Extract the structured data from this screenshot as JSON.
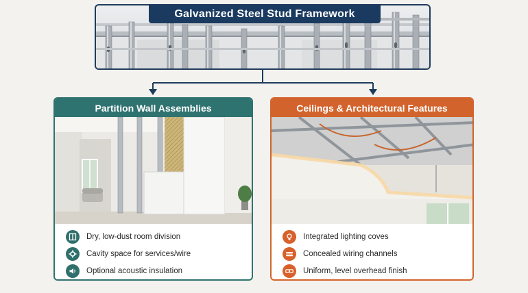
{
  "title": "Galvanized Steel Stud Framework",
  "branches": [
    {
      "header": "Partition Wall Assemblies",
      "accent": "#2f7370",
      "features": [
        {
          "icon": "door-panel-icon",
          "text": "Dry, low-dust room division"
        },
        {
          "icon": "gear-icon",
          "text": "Cavity space for services/wire"
        },
        {
          "icon": "speaker-icon",
          "text": "Optional acoustic insulation"
        }
      ]
    },
    {
      "header": "Ceilings & Architectural Features",
      "accent": "#d3632c",
      "features": [
        {
          "icon": "light-bulb-icon",
          "text": "Integrated lighting coves"
        },
        {
          "icon": "wiring-channel-icon",
          "text": "Concealed wiring channels"
        },
        {
          "icon": "level-icon",
          "text": "Uniform, level overhead finish"
        }
      ]
    }
  ],
  "colors": {
    "navy": "#1a3a60",
    "teal": "#2f7370",
    "orange": "#d3632c"
  }
}
